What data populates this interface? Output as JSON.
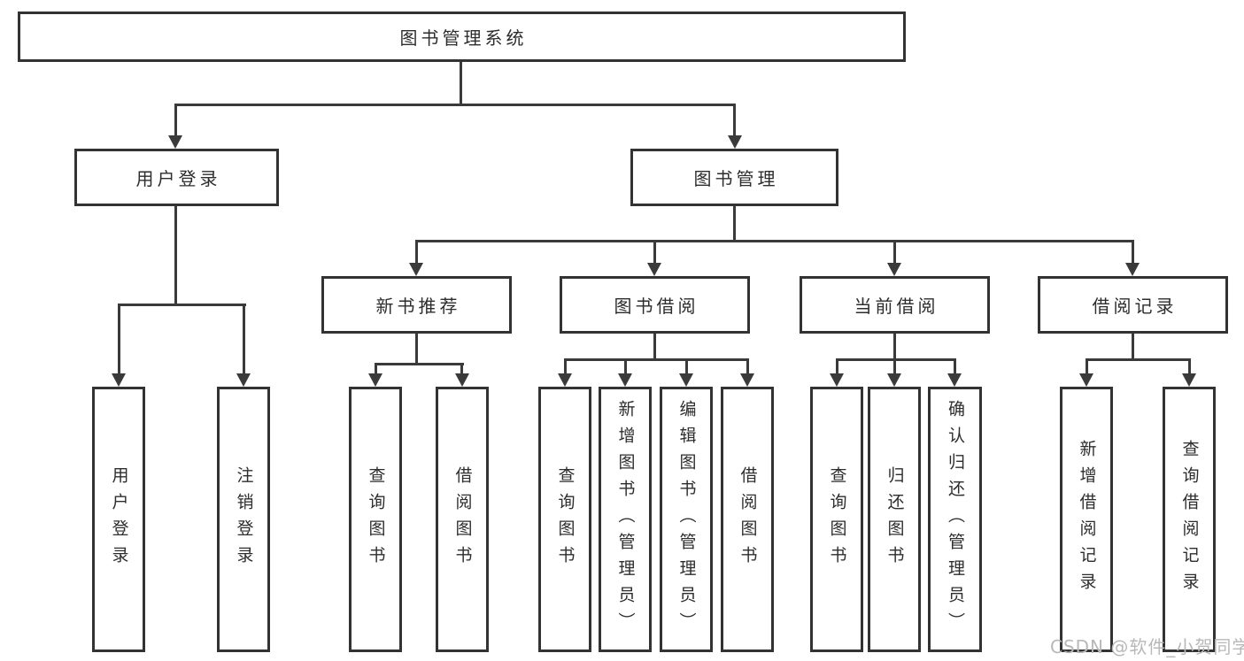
{
  "diagram": {
    "type": "tree",
    "root": {
      "label": "图书管理系统",
      "children": [
        {
          "label": "用户登录",
          "children": [
            {
              "label": "用户登录"
            },
            {
              "label": "注销登录"
            }
          ]
        },
        {
          "label": "图书管理",
          "children": [
            {
              "label": "新书推荐",
              "children": [
                {
                  "label": "查询图书"
                },
                {
                  "label": "借阅图书"
                }
              ]
            },
            {
              "label": "图书借阅",
              "children": [
                {
                  "label": "查询图书"
                },
                {
                  "label": "新增图书（管理员）"
                },
                {
                  "label": "编辑图书（管理员）"
                },
                {
                  "label": "借阅图书"
                }
              ]
            },
            {
              "label": "当前借阅",
              "children": [
                {
                  "label": "查询图书"
                },
                {
                  "label": "归还图书"
                },
                {
                  "label": "确认归还（管理员）"
                }
              ]
            },
            {
              "label": "借阅记录",
              "children": [
                {
                  "label": "新增借阅记录"
                },
                {
                  "label": "查询借阅记录"
                }
              ]
            }
          ]
        }
      ]
    }
  },
  "watermark": {
    "text": "CSDN @软件_小贺同学"
  },
  "colors": {
    "line": "#3a3a3a",
    "box-border": "#333333",
    "box-fill": "#ffffff",
    "text": "#2d2d2d",
    "watermark": "#b8b8b8",
    "background": "#ffffff"
  }
}
